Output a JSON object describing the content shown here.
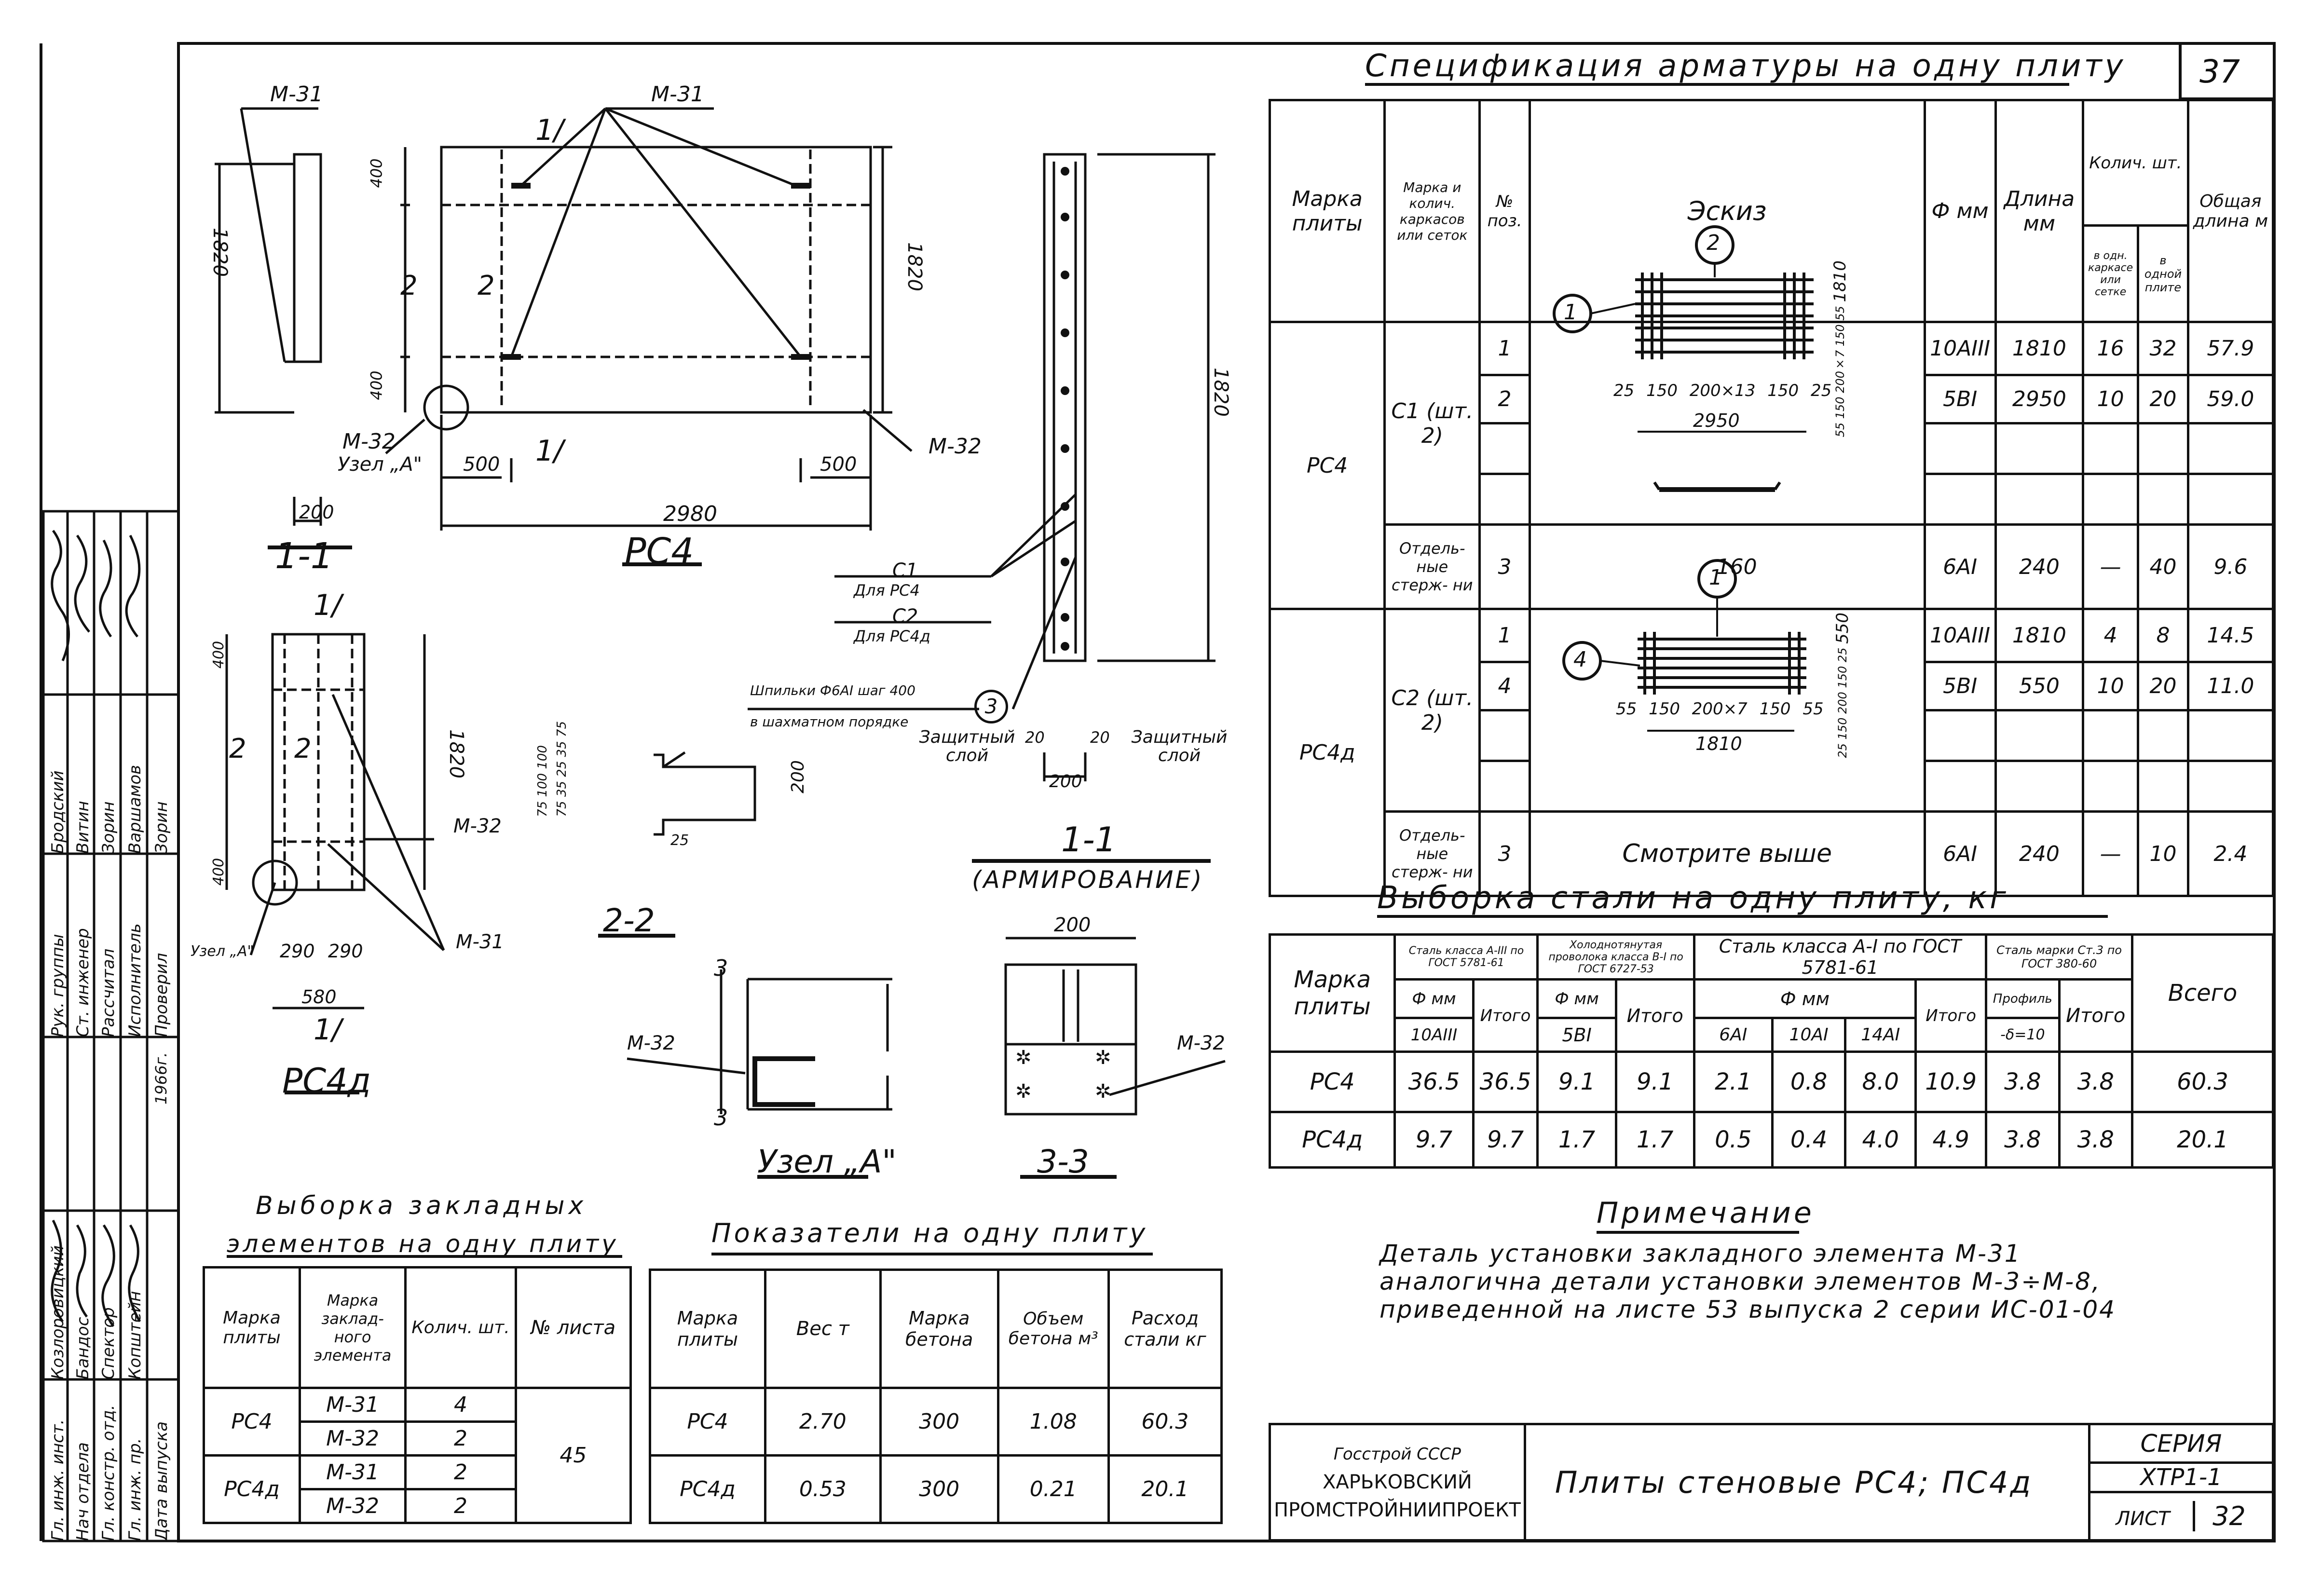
{
  "sheet": {
    "corner_number": "37",
    "series_label": "СЕРИЯ",
    "series_value": "ХТР1-1",
    "list_label": "ЛИСТ",
    "list_number": "32",
    "org_line1": "Госстрой СССР",
    "org_line2": "ХАРЬКОВСКИЙ",
    "org_line3": "ПРОМСТРОЙНИИПРОЕКТ",
    "title": "Плиты стеновые РС4; ПС4д"
  },
  "stamp": {
    "roles": [
      "Гл. инж. инст.",
      "Нач отдела",
      "Гл. констр. отд.",
      "Гл. инж. пр.",
      "Дата выпуска"
    ],
    "names": [
      "Козлоровицкий",
      "Бандос",
      "Спектор",
      "Копштейн",
      ""
    ],
    "year": "1966г.",
    "roles2": [
      "Рук. группы",
      "Ст. инженер",
      "Рассчитал",
      "Исполнитель",
      "Проверил"
    ],
    "names2": [
      "Бродский",
      "Витин",
      "Зорин",
      "Варшамов",
      "Зорин"
    ]
  },
  "drawings": {
    "m31": "М-31",
    "m32": "М-32",
    "section_11": "1-1",
    "rs4": "РС4",
    "rs4d": "РС4д",
    "uzel_a_ref": "Узел „А\"",
    "uzel_a_title": "Узел „А\"",
    "section_22": "2-2",
    "section_33": "3-3",
    "armirovanie_11": "1-1",
    "armirovanie": "(АРМИРОВАНИЕ)",
    "mark_11": "1/",
    "mark_2": "2",
    "mark_3": "3",
    "dim_1820": "1820",
    "dim_400": "400",
    "dim_500": "500",
    "dim_200": "200",
    "dim_2980": "2980",
    "dim_290": "290",
    "dim_580": "580",
    "dim_20": "20",
    "dim_25": "25",
    "dim_75": "75",
    "dim_100": "100",
    "dim_35": "35",
    "c1": "С1",
    "c1_for": "Для РС4",
    "c2": "С2",
    "c2_for": "Для РС4д",
    "shpilki_1": "Шпильки Ф6АI шаг 400",
    "shpilki_2": "в шахматном порядке",
    "zash_sloi": "Защитный слой",
    "c1_sketch_dims": [
      "25",
      "150",
      "200×13",
      "150",
      "25"
    ],
    "c1_sketch_total": "2950",
    "c1_sketch_v": [
      "55",
      "150",
      "200×7",
      "150",
      "55",
      "1810"
    ],
    "rod_160": "160",
    "c2_sketch_dims": [
      "55",
      "150",
      "200×7",
      "150",
      "55"
    ],
    "c2_sketch_total": "1810",
    "c2_sketch_v": [
      "25",
      "150",
      "200",
      "150",
      "25",
      "550"
    ],
    "circle_1": "1",
    "circle_2": "2",
    "circle_4": "4"
  },
  "spec": {
    "title": "Спецификация арматуры на одну плиту",
    "headers": {
      "marka": "Марка плиты",
      "marka_karkasa": "Марка и колич. каркасов или сеток",
      "pos": "№ поз.",
      "eskiz": "Эскиз",
      "phi": "Ф мм",
      "dlina": "Длина мм",
      "kolich": "Колич. шт.",
      "v_odn": "в одн. каркасе или сетке",
      "v_plite": "в одной плите",
      "obsh": "Общая длина м"
    },
    "rows": [
      {
        "plate": "РС4",
        "karkas": "С1 (шт. 2)",
        "pos": "1",
        "phi": "10АIII",
        "len": "1810",
        "n1": "16",
        "n2": "32",
        "total": "57.9"
      },
      {
        "plate": "",
        "karkas": "",
        "pos": "2",
        "phi": "5ВI",
        "len": "2950",
        "n1": "10",
        "n2": "20",
        "total": "59.0"
      },
      {
        "plate": "",
        "karkas": "Отдель- ные стерж- ни",
        "pos": "3",
        "phi": "6АI",
        "len": "240",
        "n1": "—",
        "n2": "40",
        "total": "9.6",
        "sketch": "160"
      },
      {
        "plate": "РС4д",
        "karkas": "С2 (шт. 2)",
        "pos": "1",
        "phi": "10АIII",
        "len": "1810",
        "n1": "4",
        "n2": "8",
        "total": "14.5"
      },
      {
        "plate": "",
        "karkas": "",
        "pos": "4",
        "phi": "5ВI",
        "len": "550",
        "n1": "10",
        "n2": "20",
        "total": "11.0"
      },
      {
        "plate": "",
        "karkas": "Отдель- ные стерж- ни",
        "pos": "3",
        "phi": "6АI",
        "len": "240",
        "n1": "—",
        "n2": "10",
        "total": "2.4",
        "sketch": "Смотрите выше"
      }
    ]
  },
  "steel": {
    "title": "Выборка стали на одну плиту, кг",
    "h_marka": "Марка плиты",
    "h_a3": "Сталь класса А-III по ГОСТ 5781-61",
    "h_wire": "Холоднотянутая проволока класса В-I по ГОСТ 6727-53",
    "h_a1": "Сталь класса А-I по ГОСТ 5781-61",
    "h_st3": "Сталь марки Ст.3 по ГОСТ 380-60",
    "h_vsego": "Всего",
    "h_phi": "Ф мм",
    "h_itogo": "Итого",
    "h_profil": "Профиль",
    "sub": [
      "10АIII",
      "5ВI",
      "6АI",
      "10АI",
      "14АI",
      "-δ=10"
    ],
    "rows": [
      {
        "plate": "РС4",
        "v": [
          "36.5",
          "36.5",
          "9.1",
          "9.1",
          "2.1",
          "0.8",
          "8.0",
          "10.9",
          "3.8",
          "3.8",
          "60.3"
        ]
      },
      {
        "plate": "РС4д",
        "v": [
          "9.7",
          "9.7",
          "1.7",
          "1.7",
          "0.5",
          "0.4",
          "4.0",
          "4.9",
          "3.8",
          "3.8",
          "20.1"
        ]
      }
    ]
  },
  "note": {
    "title": "Примечание",
    "lines": [
      "Деталь установки закладного элемента М-31",
      "аналогична детали установки элементов М-3÷М-8,",
      "приведенной на листе 53 выпуска 2 серии ИС-01-04"
    ]
  },
  "embedded": {
    "title1": "Выборка закладных",
    "title2": "элементов на одну плиту",
    "headers": [
      "Марка плиты",
      "Марка заклад- ного элемента",
      "Колич. шт.",
      "№ листа"
    ],
    "rows": [
      {
        "plate": "РС4",
        "el": "М-31",
        "n": "4"
      },
      {
        "plate": "",
        "el": "М-32",
        "n": "2"
      },
      {
        "plate": "РС4д",
        "el": "М-31",
        "n": "2"
      },
      {
        "plate": "",
        "el": "М-32",
        "n": "2"
      }
    ],
    "list": "45"
  },
  "indicators": {
    "title": "Показатели на одну плиту",
    "headers": [
      "Марка плиты",
      "Вес т",
      "Марка бетона",
      "Объем бетона м³",
      "Расход стали кг"
    ],
    "rows": [
      {
        "plate": "РС4",
        "w": "2.70",
        "b": "300",
        "v": "1.08",
        "s": "60.3"
      },
      {
        "plate": "РС4д",
        "w": "0.53",
        "b": "300",
        "v": "0.21",
        "s": "20.1"
      }
    ]
  }
}
